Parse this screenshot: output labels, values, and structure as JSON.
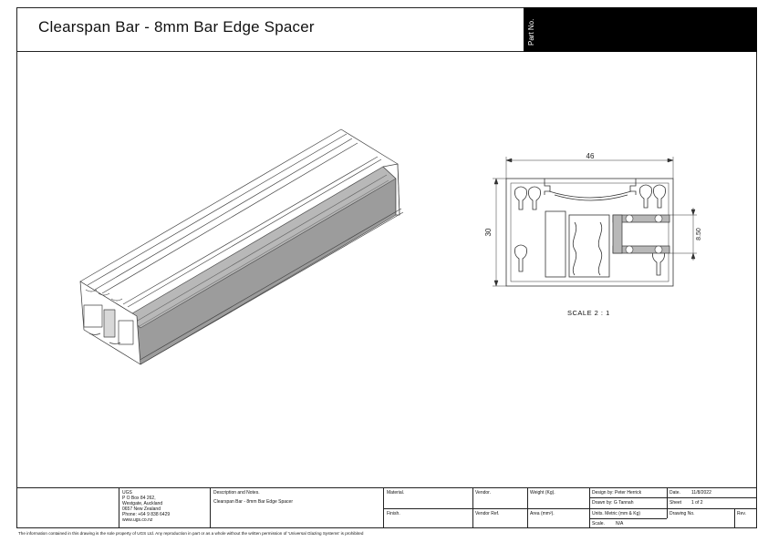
{
  "header": {
    "title": "Clearspan Bar - 8mm Bar Edge Spacer",
    "part_no_label": "Part No."
  },
  "section_view": {
    "width_dim": "46",
    "height_dim": "30",
    "inner_dim": "8.50",
    "scale_label": "SCALE 2 : 1"
  },
  "title_block": {
    "company": {
      "name": "UGS",
      "lines": [
        "P O Box 84 262,",
        "Westgate, Auckland",
        "0657 New Zealand",
        "Phone: +64 9 838 6429",
        "www.ugs.co.nz"
      ]
    },
    "description_label": "Description and Notes.",
    "description_value": "Clearspan Bar - 8mm Bar Edge Spacer",
    "material_label": "Material.",
    "finish_label": "Finish.",
    "vendor_label": "Vendor.",
    "vendor_ref_label": "Vendor Ref.",
    "weight_label": "Weight (Kg).",
    "area_label": "Area (mm²).",
    "design_by": "Design by: Peter Herrick",
    "date_label": "Date.",
    "date_value": "11/8/2022",
    "drawn_by": "Drawn by: G Tannah",
    "sheet_label": "Sheet",
    "sheet_value": "1 of 2",
    "units": "Units. Metric (mm & Kg)",
    "drawing_no_label": "Drawing No.",
    "rev_label": "Rev.",
    "scale_label": "Scale.",
    "scale_value": "N/A"
  },
  "footer_note": "The information contained in this drawing is the sole property of UGS Ltd. Any reproduction in part or as a whole without the written permission of 'Universal Glazing Systems' is prohibited"
}
